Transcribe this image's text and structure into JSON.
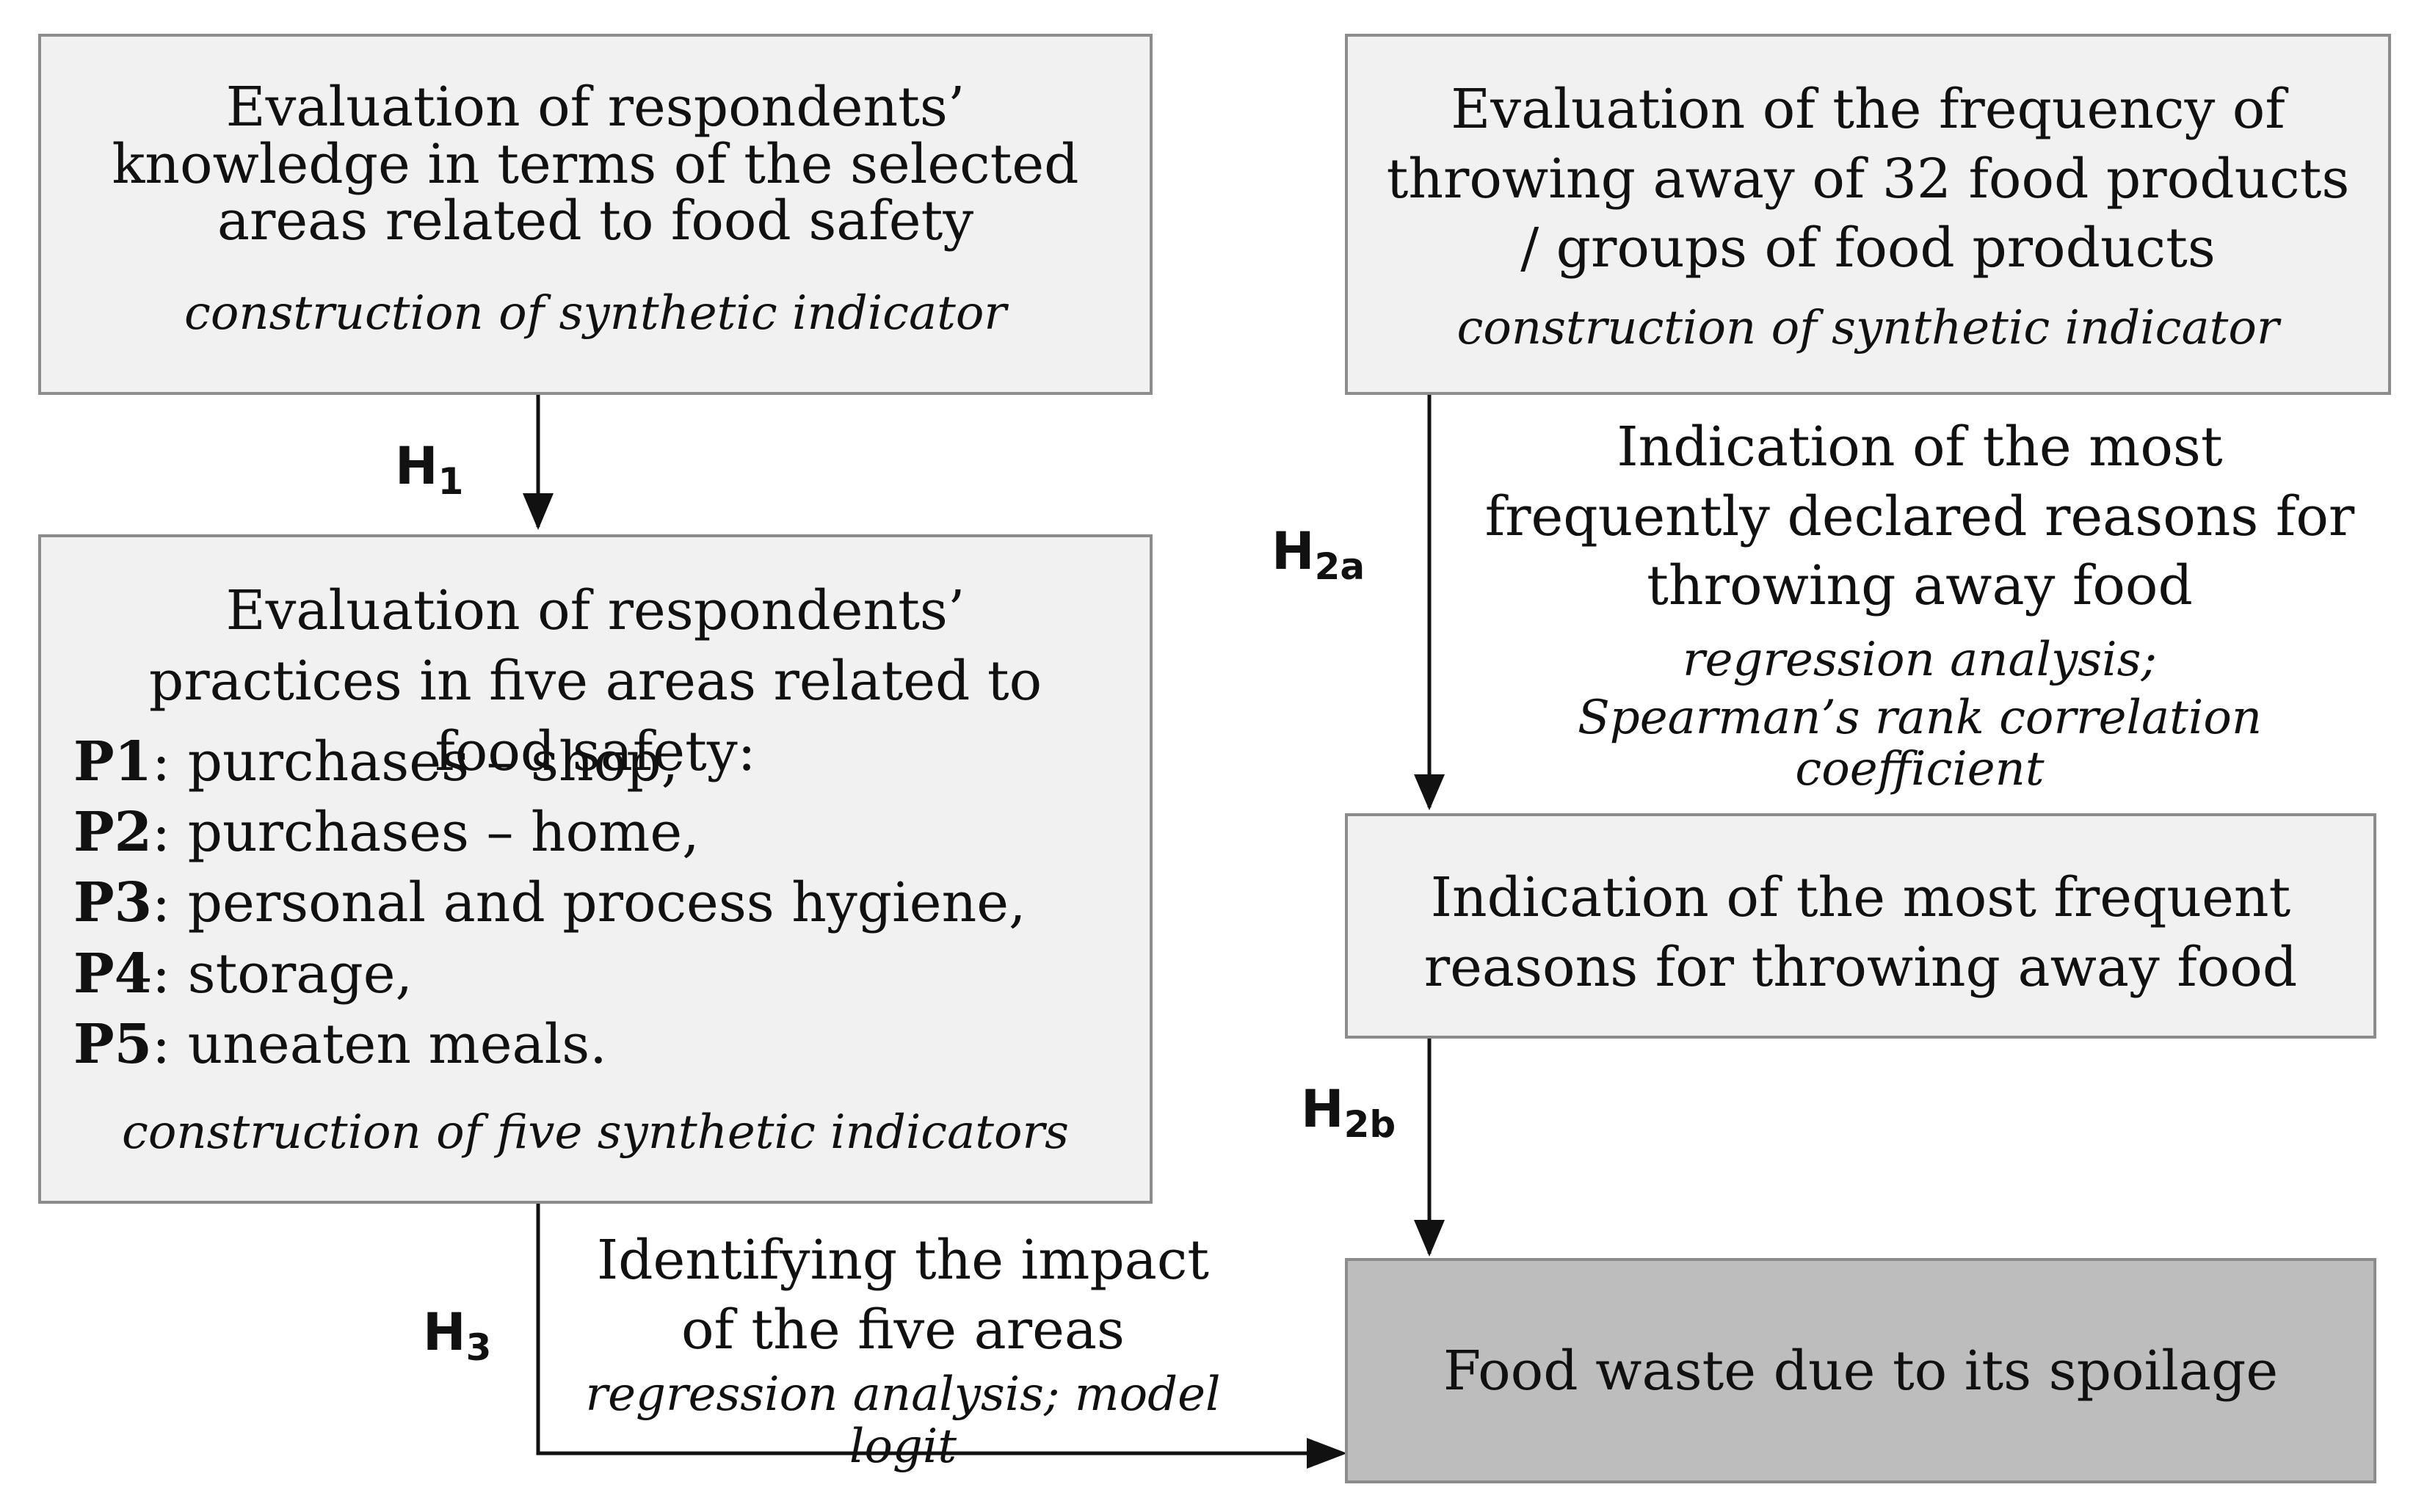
{
  "box_knowledge": {
    "title": "Evaluation of respondents’ knowledge in terms of the selected areas related to food safety",
    "method": "construction of synthetic indicator"
  },
  "box_frequency": {
    "title": "Evaluation of the frequency of throwing away of 32 food products / groups of food products",
    "method": "construction of synthetic indicator"
  },
  "box_practices": {
    "title": "Evaluation of respondents’ practices in five areas related to food safety:",
    "items": [
      {
        "code": "P1",
        "text": ": purchases – shop,"
      },
      {
        "code": "P2",
        "text": ": purchases – home,"
      },
      {
        "code": "P3",
        "text": ": personal and process hygiene,"
      },
      {
        "code": "P4",
        "text": ": storage,"
      },
      {
        "code": "P5",
        "text": ": uneaten meals."
      }
    ],
    "method": "construction of five synthetic indicators"
  },
  "declared_reasons": {
    "title": "Indication of the most frequently declared reasons for throwing away food",
    "method_line1": "regression analysis;",
    "method_line2": "Spearman’s rank correlation coefficient"
  },
  "box_reasons": {
    "title": "Indication of the most frequent reasons for throwing away food"
  },
  "impact": {
    "title": "Identifying the impact of the five areas",
    "method": "regression analysis; model logit"
  },
  "box_waste": {
    "title": "Food waste due to its spoilage"
  },
  "hypotheses": {
    "h1": {
      "main": "H",
      "sub": "1"
    },
    "h2a": {
      "main": "H",
      "sub": "2a"
    },
    "h2b": {
      "main": "H",
      "sub": "2b"
    },
    "h3": {
      "main": "H",
      "sub": "3"
    }
  },
  "colors": {
    "box_fill": "#f1f1f1",
    "box_border": "#8c8c8c",
    "outcome_fill": "#bdbdbd",
    "arrow": "#111111"
  }
}
